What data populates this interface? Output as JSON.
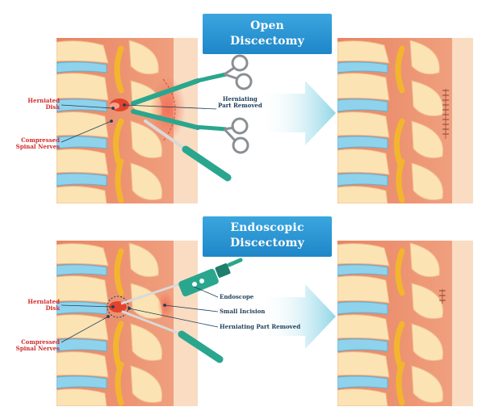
{
  "panels": {
    "open": {
      "title_line1": "Open",
      "title_line2": "Discectomy",
      "labels": {
        "herniated_disk_1": "Herniated",
        "herniated_disk_2": "Disk",
        "compressed_1": "Compressed",
        "compressed_2": "Spinal Nerves",
        "herniating_1": "Herniating",
        "herniating_2": "Part Removed"
      }
    },
    "endoscopic": {
      "title_line1": "Endoscopic",
      "title_line2": "Discectomy",
      "labels": {
        "herniated_disk_1": "Herniated",
        "herniated_disk_2": "Disk",
        "compressed_1": "Compressed",
        "compressed_2": "Spinal Nerves",
        "endoscope": "Endoscope",
        "small_incision": "Small Incision",
        "herniating_part": "Herniating Part Removed"
      }
    }
  },
  "colors": {
    "banner": "#2a95d5",
    "skin": "#f3c6a3",
    "muscle": "#ec8e6c",
    "bone": "#fbe3b4",
    "disc": "#8fd2ec",
    "nerve": "#f3b52e",
    "herniation": "#e3432c",
    "instrument": "#2aa68e",
    "arrow": "#8fd6e6",
    "label_red": "#d32b2b",
    "label_dark": "#1e3f5a"
  }
}
